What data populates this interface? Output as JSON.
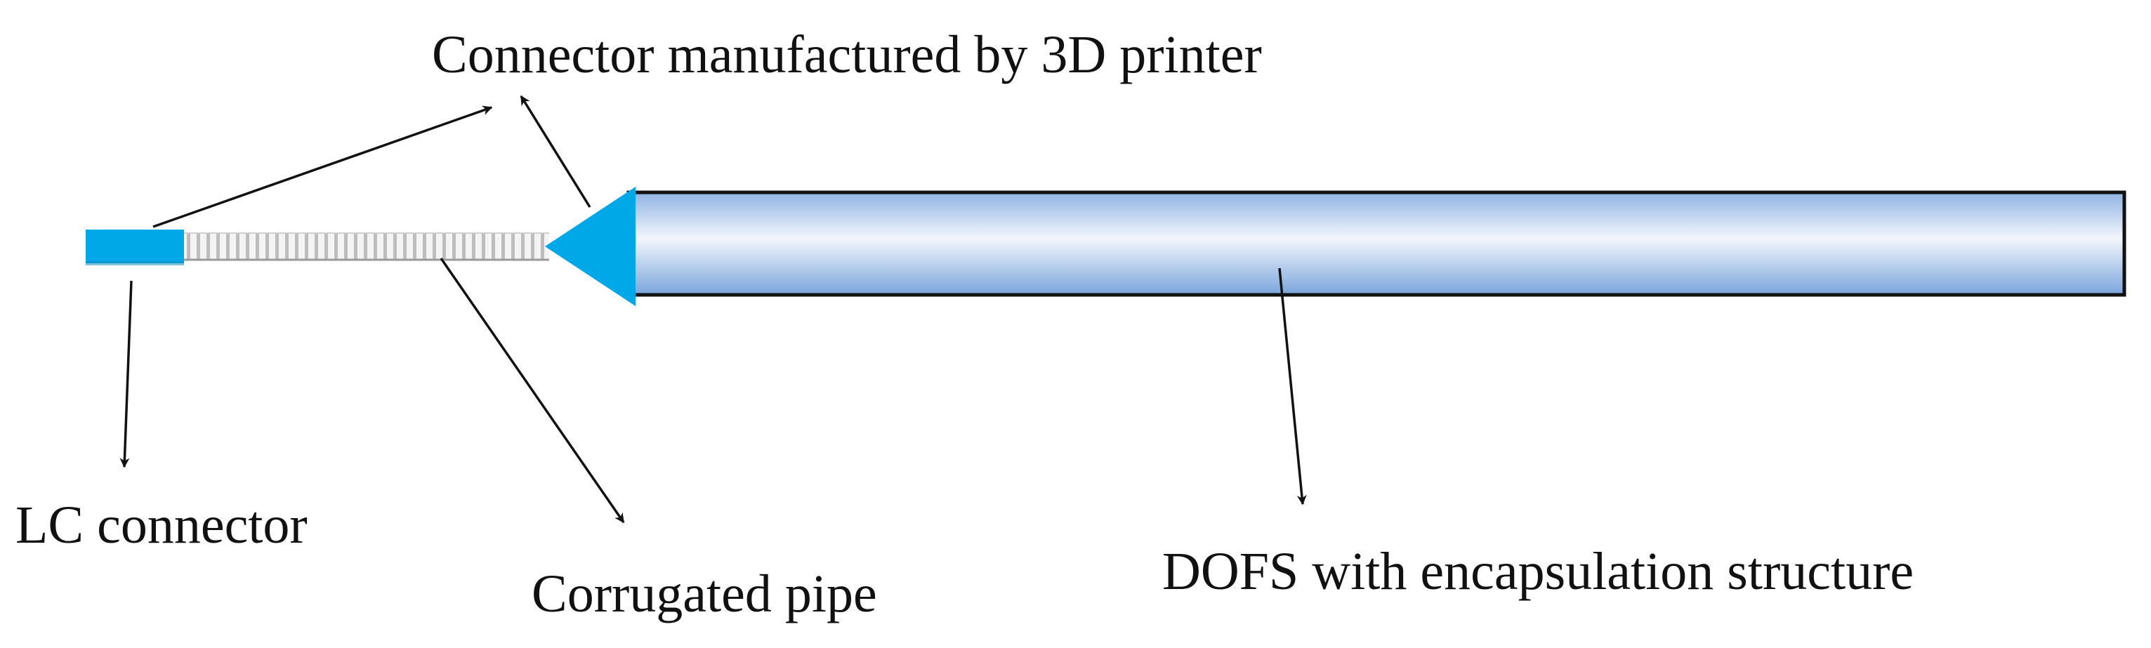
{
  "labels": {
    "connector_3d": "Connector manufactured by 3D printer",
    "lc_connector": "LC connector",
    "corrugated_pipe": "Corrugated pipe",
    "dofs": "DOFS with encapsulation structure"
  },
  "colors": {
    "connector_blue": "#00a8e8",
    "tube_edge": "#7aa5dc",
    "tube_center": "#eef4fb",
    "tube_border": "#111111",
    "pipe_gray": "#bdbdbd",
    "arrow": "#111111"
  }
}
